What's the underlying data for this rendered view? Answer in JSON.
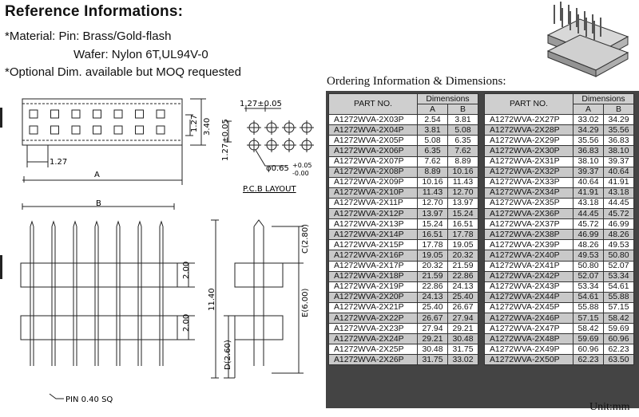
{
  "header": {
    "title": "Reference Informations:",
    "material_line1": "*Material: Pin: Brass/Gold-flash",
    "material_line2": "Wafer: Nylon 6T,UL94V-0",
    "optional_note": "*Optional Dim. available but MOQ requested"
  },
  "drawing": {
    "dim_pitch_top": "1.27±0.05",
    "dim_pitch_side": "1.27±0.05",
    "dim_hole": "φ0.65",
    "dim_hole_tol_plus": "+0.05",
    "dim_hole_tol_minus": "-0.00",
    "pcb_layout": "P.C.B  LAYOUT",
    "dim_127_v": "1.27",
    "dim_340": "3.40",
    "dim_127_h": "1.27",
    "label_a": "A",
    "label_b": "B",
    "dim_200_top": "2.00",
    "dim_200_bot": "2.00",
    "dim_1140": "11.40",
    "dim_c": "C(2.80)",
    "dim_e": "E(6.00)",
    "dim_d": "D(2.60)",
    "pin_note": "PIN 0.40  SQ"
  },
  "ordering": {
    "title": "Ordering Information & Dimensions:",
    "unit": "Unit:mm",
    "headers": {
      "part": "PART NO.",
      "dims": "Dimensions",
      "a": "A",
      "b": "B"
    },
    "left": [
      {
        "part": "A1272WVA-2X03P",
        "a": "2.54",
        "b": "3.81"
      },
      {
        "part": "A1272WVA-2X04P",
        "a": "3.81",
        "b": "5.08"
      },
      {
        "part": "A1272WVA-2X05P",
        "a": "5.08",
        "b": "6.35"
      },
      {
        "part": "A1272WVA-2X06P",
        "a": "6.35",
        "b": "7.62"
      },
      {
        "part": "A1272WVA-2X07P",
        "a": "7.62",
        "b": "8.89"
      },
      {
        "part": "A1272WVA-2X08P",
        "a": "8.89",
        "b": "10.16"
      },
      {
        "part": "A1272WVA-2X09P",
        "a": "10.16",
        "b": "11.43"
      },
      {
        "part": "A1272WVA-2X10P",
        "a": "11.43",
        "b": "12.70"
      },
      {
        "part": "A1272WVA-2X11P",
        "a": "12.70",
        "b": "13.97"
      },
      {
        "part": "A1272WVA-2X12P",
        "a": "13.97",
        "b": "15.24"
      },
      {
        "part": "A1272WVA-2X13P",
        "a": "15.24",
        "b": "16.51"
      },
      {
        "part": "A1272WVA-2X14P",
        "a": "16.51",
        "b": "17.78"
      },
      {
        "part": "A1272WVA-2X15P",
        "a": "17.78",
        "b": "19.05"
      },
      {
        "part": "A1272WVA-2X16P",
        "a": "19.05",
        "b": "20.32"
      },
      {
        "part": "A1272WVA-2X17P",
        "a": "20.32",
        "b": "21.59"
      },
      {
        "part": "A1272WVA-2X18P",
        "a": "21.59",
        "b": "22.86"
      },
      {
        "part": "A1272WVA-2X19P",
        "a": "22.86",
        "b": "24.13"
      },
      {
        "part": "A1272WVA-2X20P",
        "a": "24.13",
        "b": "25.40"
      },
      {
        "part": "A1272WVA-2X21P",
        "a": "25.40",
        "b": "26.67"
      },
      {
        "part": "A1272WVA-2X22P",
        "a": "26.67",
        "b": "27.94"
      },
      {
        "part": "A1272WVA-2X23P",
        "a": "27.94",
        "b": "29.21"
      },
      {
        "part": "A1272WVA-2X24P",
        "a": "29.21",
        "b": "30.48"
      },
      {
        "part": "A1272WVA-2X25P",
        "a": "30.48",
        "b": "31.75"
      },
      {
        "part": "A1272WVA-2X26P",
        "a": "31.75",
        "b": "33.02"
      }
    ],
    "right": [
      {
        "part": "A1272WVA-2X27P",
        "a": "33.02",
        "b": "34.29"
      },
      {
        "part": "A1272WVA-2X28P",
        "a": "34.29",
        "b": "35.56"
      },
      {
        "part": "A1272WVA-2X29P",
        "a": "35.56",
        "b": "36.83"
      },
      {
        "part": "A1272WVA-2X30P",
        "a": "36.83",
        "b": "38.10"
      },
      {
        "part": "A1272WVA-2X31P",
        "a": "38.10",
        "b": "39.37"
      },
      {
        "part": "A1272WVA-2X32P",
        "a": "39.37",
        "b": "40.64"
      },
      {
        "part": "A1272WVA-2X33P",
        "a": "40.64",
        "b": "41.91"
      },
      {
        "part": "A1272WVA-2X34P",
        "a": "41.91",
        "b": "43.18"
      },
      {
        "part": "A1272WVA-2X35P",
        "a": "43.18",
        "b": "44.45"
      },
      {
        "part": "A1272WVA-2X36P",
        "a": "44.45",
        "b": "45.72"
      },
      {
        "part": "A1272WVA-2X37P",
        "a": "45.72",
        "b": "46.99"
      },
      {
        "part": "A1272WVA-2X38P",
        "a": "46.99",
        "b": "48.26"
      },
      {
        "part": "A1272WVA-2X39P",
        "a": "48.26",
        "b": "49.53"
      },
      {
        "part": "A1272WVA-2X40P",
        "a": "49.53",
        "b": "50.80"
      },
      {
        "part": "A1272WVA-2X41P",
        "a": "50.80",
        "b": "52.07"
      },
      {
        "part": "A1272WVA-2X42P",
        "a": "52.07",
        "b": "53.34"
      },
      {
        "part": "A1272WVA-2X43P",
        "a": "53.34",
        "b": "54.61"
      },
      {
        "part": "A1272WVA-2X44P",
        "a": "54.61",
        "b": "55.88"
      },
      {
        "part": "A1272WVA-2X45P",
        "a": "55.88",
        "b": "57.15"
      },
      {
        "part": "A1272WVA-2X46P",
        "a": "57.15",
        "b": "58.42"
      },
      {
        "part": "A1272WVA-2X47P",
        "a": "58.42",
        "b": "59.69"
      },
      {
        "part": "A1272WVA-2X48P",
        "a": "59.69",
        "b": "60.96"
      },
      {
        "part": "A1272WVA-2X49P",
        "a": "60.96",
        "b": "62.23"
      },
      {
        "part": "A1272WVA-2X50P",
        "a": "62.23",
        "b": "63.50"
      }
    ]
  },
  "colors": {
    "row_shade": "#c9c9c9",
    "frame": "#444444"
  }
}
